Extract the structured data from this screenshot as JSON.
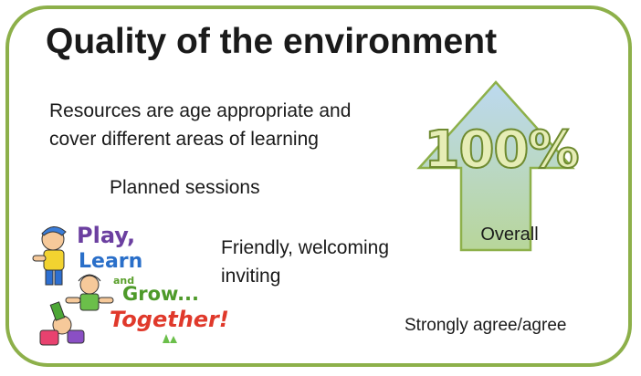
{
  "title": "Quality of the environment",
  "statements": {
    "resources_line1": "Resources are age appropriate and",
    "resources_line2": "cover different areas of learning",
    "planned": "Planned sessions",
    "friendly_line1": "Friendly, welcoming",
    "friendly_line2": "inviting",
    "agree": "Strongly agree/agree"
  },
  "indicator": {
    "percent": "100%",
    "label": "Overall",
    "arrow_fill_top": "#bcd9f0",
    "arrow_fill_bottom": "#b8d69a",
    "arrow_stroke": "#8db04a"
  },
  "logo": {
    "play": "Play,",
    "learn": "Learn",
    "and": "and",
    "grow": "Grow...",
    "together": "Together!"
  },
  "colors": {
    "border": "#8db04a",
    "text": "#1a1a1a"
  }
}
